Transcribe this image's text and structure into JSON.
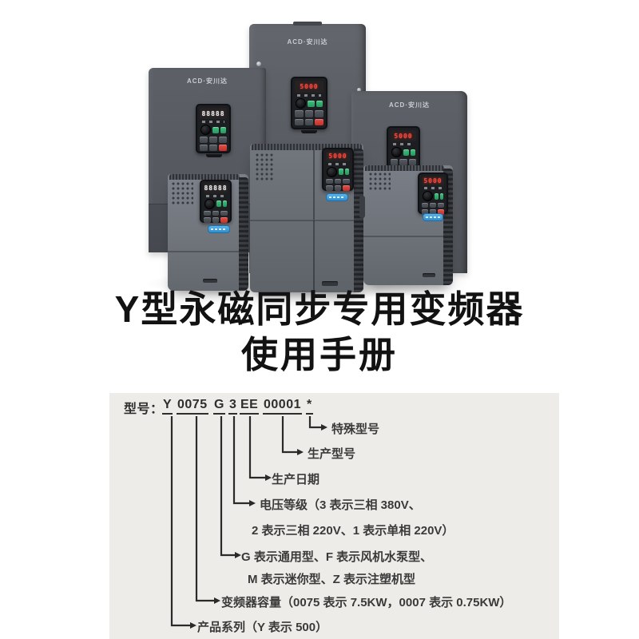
{
  "brand": "ACD·安川达",
  "photo": {
    "units": [
      {
        "name": "back-left",
        "display": "88888"
      },
      {
        "name": "back-center",
        "display": "5000"
      },
      {
        "name": "back-right",
        "display": "5000"
      },
      {
        "name": "front-left",
        "display": "88888"
      },
      {
        "name": "front-center",
        "display": "5000"
      },
      {
        "name": "front-right",
        "display": "5000"
      }
    ]
  },
  "title": {
    "line1": "Y型永磁同步专用变频器",
    "line2": "使用手册"
  },
  "diagram": {
    "heading_prefix": "型号：",
    "segments": [
      "Y",
      "0075",
      "G",
      "3",
      "EE",
      "00001",
      "*"
    ],
    "special_model": "特殊型号",
    "production_model": "生产型号",
    "production_date": "生产日期",
    "voltage_line1": "电压等级（3 表示三相 380V、",
    "voltage_line2": "2 表示三相 220V、1 表示单相 220V）",
    "type_line1": "G 表示通用型、F 表示风机水泵型、",
    "type_line2": "M 表示迷你型、Z 表示注塑机型",
    "capacity": "变频器容量（0075 表示 7.5KW，0007 表示 0.75KW）",
    "series": "产品系列（Y 表示 500）"
  },
  "colors": {
    "display_red": "#ff4438",
    "display_white": "#e8e8e8",
    "label_blue": "#3f9bd8",
    "body_gray": "#565a60",
    "panel_bg": "#EDECE9"
  }
}
